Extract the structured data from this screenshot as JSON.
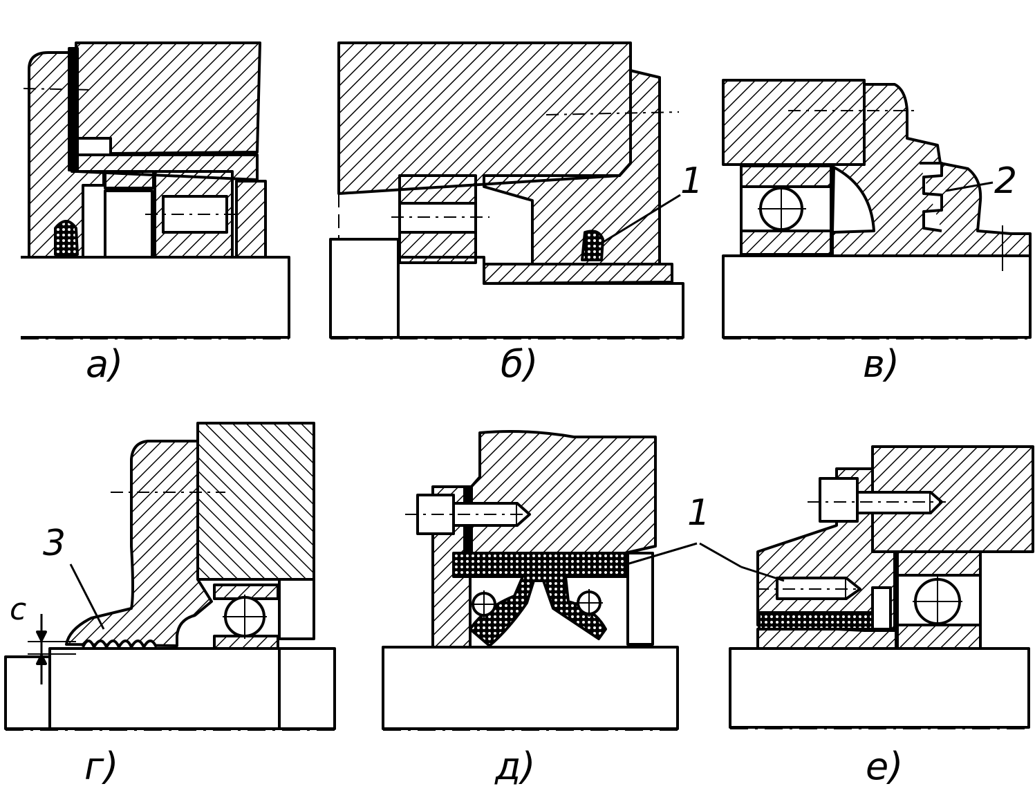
{
  "panels": [
    {
      "id": "a",
      "label": "а)"
    },
    {
      "id": "b",
      "label": "б)"
    },
    {
      "id": "v",
      "label": "в)"
    },
    {
      "id": "g",
      "label": "г)"
    },
    {
      "id": "d",
      "label": "д)"
    },
    {
      "id": "e",
      "label": "е)"
    }
  ],
  "callouts": {
    "b_1": "1",
    "v_2": "2",
    "g_3": "3",
    "d_1": "1"
  },
  "dimension": {
    "gap_label": "с"
  },
  "colors": {
    "ink": "#000000",
    "paper": "#ffffff"
  }
}
